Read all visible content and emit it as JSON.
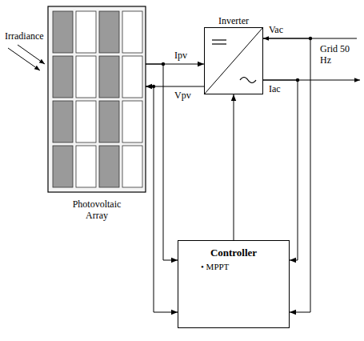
{
  "diagram": {
    "nodes": [
      {
        "text": [
          "Photovoltaic Array"
        ]
      },
      {
        "text": [
          "Inverter"
        ]
      },
      {
        "text": [
          "Controller",
          "• MPPT"
        ]
      }
    ],
    "edges": [
      {
        "from": 0,
        "to": 1,
        "arrow": "to"
      },
      {
        "from": 1,
        "to": 0,
        "arrow": "to"
      },
      {
        "from": 0,
        "to": 2,
        "arrow": "to"
      },
      {
        "from": 0,
        "to": 2,
        "arrow": "to"
      },
      {
        "from": 2,
        "to": 1,
        "arrow": "to"
      },
      {
        "from": 1,
        "to": 2,
        "arrow": "to"
      },
      {
        "from": 1,
        "to": 2,
        "arrow": "to"
      }
    ],
    "labels": [
      "Irradiance",
      "Ipv",
      "Vpv",
      "Vac",
      "Iac",
      "Grid 50 Hz"
    ]
  }
}
